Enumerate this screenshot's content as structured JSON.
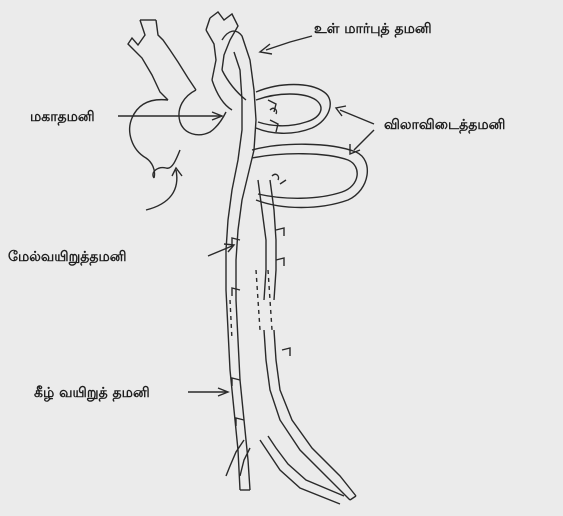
{
  "diagram": {
    "labels": {
      "internal_thoracic_artery": "உள் மார்புத் தமனி",
      "aorta": "மகாதமனி",
      "intercostal_artery": "விலாவிடைத்தமனி",
      "superior_epigastric_artery": "மேல்வயிறுத்தமனி",
      "inferior_epigastric_artery": "கீழ் வயிறுத் தமனி"
    }
  },
  "colors": {
    "background": "#ebebeb",
    "ink": "#2a2a2a"
  }
}
